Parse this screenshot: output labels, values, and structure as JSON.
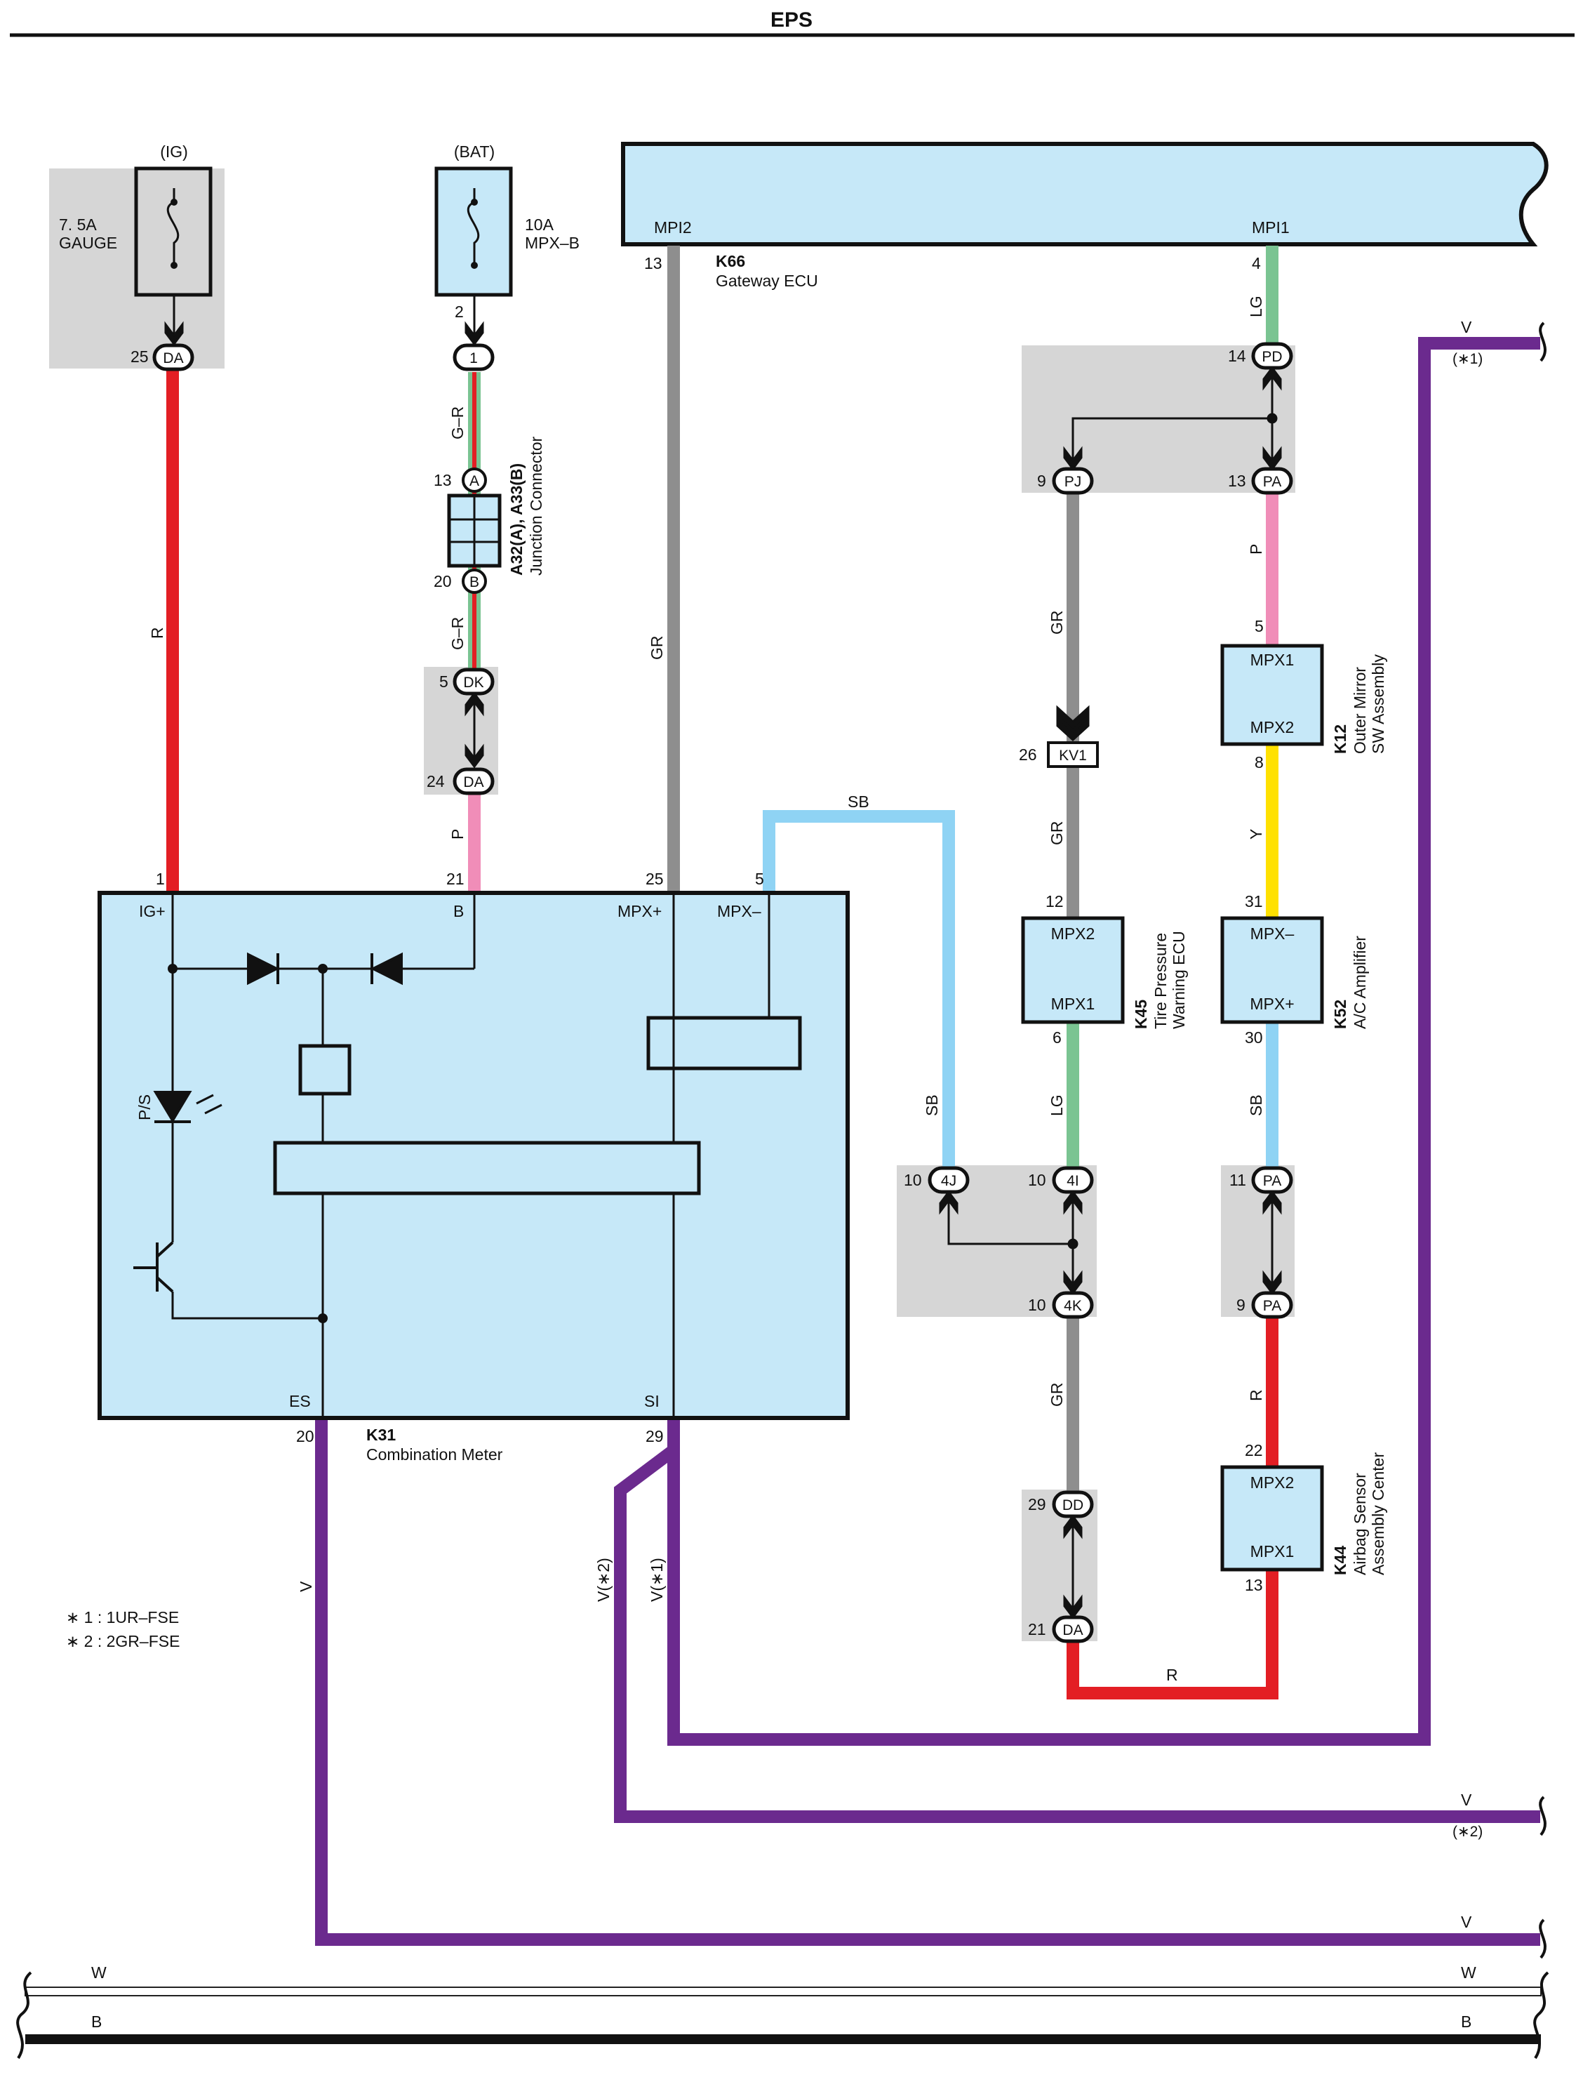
{
  "title": "EPS",
  "fuses": {
    "ig": {
      "supply": "(IG)",
      "name_line1": "7. 5A",
      "name_line2": "GAUGE",
      "pin": "25",
      "connector": "DA"
    },
    "bat": {
      "supply": "(BAT)",
      "name_line1": "10A",
      "name_line2": "MPX–B",
      "pin": "2",
      "connector": "1"
    }
  },
  "junction": {
    "id": "A32(A), A33(B)",
    "name": "Junction Connector",
    "pin_a": "13",
    "term_a": "A",
    "pin_b": "20",
    "term_b": "B",
    "dk_pin": "5",
    "dk": "DK",
    "da_pin": "24",
    "da": "DA"
  },
  "gateway": {
    "id": "K66",
    "name": "Gateway ECU",
    "mpi2": "MPI2",
    "mpi1": "MPI1",
    "pin_mpi2": "13",
    "pin_mpi1": "4"
  },
  "meter": {
    "id": "K31",
    "name": "Combination Meter",
    "ig": "IG+",
    "b": "B",
    "mpxp": "MPX+",
    "mpxm": "MPX–",
    "es": "ES",
    "si": "SI",
    "ps": "P/S",
    "pin_ig": "1",
    "pin_b": "21",
    "pin_mpxp": "25",
    "pin_mpxm": "5",
    "pin_es": "20",
    "pin_si": "29"
  },
  "wires": {
    "r": "R",
    "gr_bat1": "G–R",
    "gr_bat2": "G–R",
    "p_bat": "P",
    "gr_gw": "GR",
    "sb_top": "SB",
    "sb_left": "SB",
    "lg_top": "LG",
    "gr_pj": "GR",
    "gr_kv": "GR",
    "lg_45": "LG",
    "gr_4k": "GR",
    "p_pa": "P",
    "y": "Y",
    "sb_52": "SB",
    "r_44": "R",
    "r_bottom": "R",
    "v_es": "V",
    "v2": "V(∗2)",
    "v1": "V(∗1)"
  },
  "connectors": {
    "pd": "PD",
    "pd_pin": "14",
    "pj": "PJ",
    "pj_pin": "9",
    "pa_top": "PA",
    "pa_top_pin": "13",
    "kv1": "KV1",
    "kv1_pin": "26",
    "j4": "4J",
    "j4_pin": "10",
    "i4": "4I",
    "i4_pin": "10",
    "k4": "4K",
    "k4_pin": "10",
    "pa11": "PA",
    "pa11_pin": "11",
    "pa9": "PA",
    "pa9_pin": "9",
    "dd": "DD",
    "dd_pin": "29",
    "da21": "DA",
    "da21_pin": "21"
  },
  "k12": {
    "id": "K12",
    "name1": "Outer Mirror",
    "name2": "SW Assembly",
    "mpx1": "MPX1",
    "mpx2": "MPX2",
    "pin_top": "5",
    "pin_bot": "8"
  },
  "k45": {
    "id": "K45",
    "name1": "Tire Pressure",
    "name2": "Warning ECU",
    "mpx2": "MPX2",
    "mpx1": "MPX1",
    "pin_top": "12",
    "pin_bot": "6"
  },
  "k52": {
    "id": "K52",
    "name1": "A/C Amplifier",
    "mpxm": "MPX–",
    "mpxp": "MPX+",
    "pin_top": "31",
    "pin_bot": "30"
  },
  "k44": {
    "id": "K44",
    "name1": "Airbag Sensor",
    "name2": "Assembly Center",
    "mpx2": "MPX2",
    "mpx1": "MPX1",
    "pin_top": "22",
    "pin_bot": "13"
  },
  "right": {
    "v1": "V",
    "v1_note": "(∗1)",
    "v2": "V",
    "v2_note": "(∗2)",
    "v3": "V",
    "w_left": "W",
    "w_right": "W",
    "b_left": "B",
    "b_right": "B"
  },
  "notes": {
    "n1": "∗ 1 : 1UR–FSE",
    "n2": "∗ 2 : 2GR–FSE"
  },
  "colors": {
    "red": "#e31e24",
    "gray": "#8e8e8e",
    "pink": "#f08db8",
    "green": "#7ac492",
    "yellow": "#ffe100",
    "skyblue": "#8fd3f4",
    "purple": "#6b2a8e",
    "box": "#c6e8f8",
    "shade": "#d6d6d6"
  }
}
